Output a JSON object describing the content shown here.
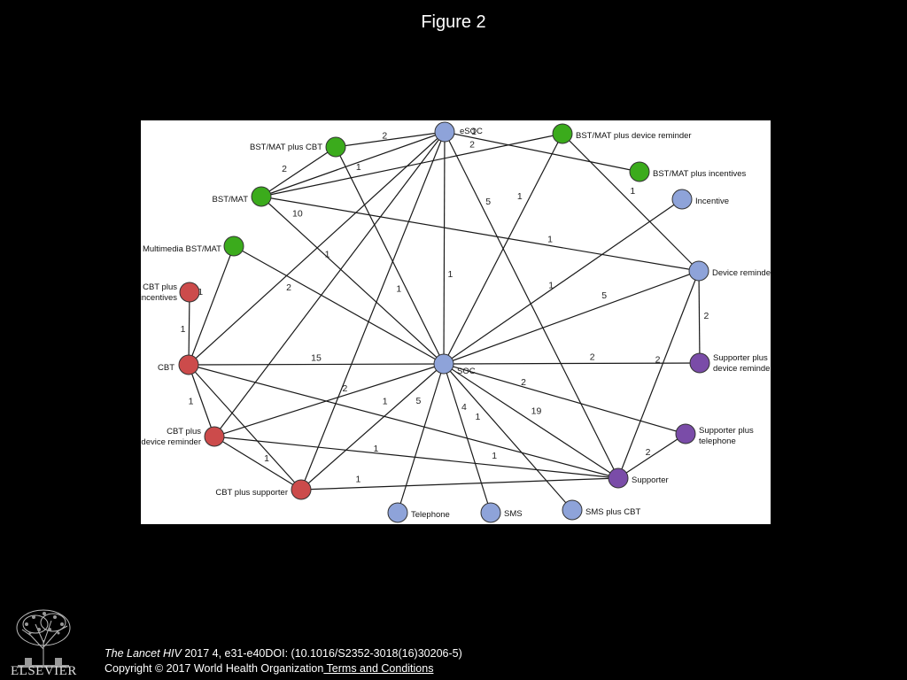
{
  "page": {
    "title": "Figure 2"
  },
  "colors": {
    "green": "#3bab1c",
    "blue": "#8ea3d9",
    "red": "#cc4b4b",
    "purple": "#7a4ca8",
    "edge": "#1a1a1a"
  },
  "nodes": [
    {
      "id": "esoc",
      "label": "eSOC",
      "color": "blue"
    },
    {
      "id": "bst_cbt",
      "label": "BST/MAT plus CBT",
      "color": "green"
    },
    {
      "id": "bst_dev",
      "label": "BST/MAT plus device reminder",
      "color": "green"
    },
    {
      "id": "bst_inc",
      "label": "BST/MAT plus incentives",
      "color": "green"
    },
    {
      "id": "bst",
      "label": "BST/MAT",
      "color": "green"
    },
    {
      "id": "incentive",
      "label": "Incentive",
      "color": "blue"
    },
    {
      "id": "mm_bst",
      "label": "Multimedia BST/MAT",
      "color": "green"
    },
    {
      "id": "devrem",
      "label": "Device reminder",
      "color": "blue"
    },
    {
      "id": "cbt_inc",
      "label": "CBT plus incentives",
      "lines": [
        "CBT plus",
        "incentives"
      ],
      "color": "red"
    },
    {
      "id": "cbt",
      "label": "CBT",
      "color": "red"
    },
    {
      "id": "soc",
      "label": "SOC",
      "color": "blue"
    },
    {
      "id": "sup_dev",
      "label": "Supporter plus device reminder",
      "lines": [
        "Supporter plus",
        "device reminder"
      ],
      "color": "purple"
    },
    {
      "id": "sup_tel",
      "label": "Supporter plus telephone",
      "lines": [
        "Supporter plus",
        "telephone"
      ],
      "color": "purple"
    },
    {
      "id": "cbt_dev",
      "label": "CBT plus device reminder",
      "lines": [
        "CBT plus",
        "device reminder"
      ],
      "color": "red"
    },
    {
      "id": "supporter",
      "label": "Supporter",
      "color": "purple"
    },
    {
      "id": "cbt_sup",
      "label": "CBT plus supporter",
      "color": "red"
    },
    {
      "id": "telephone",
      "label": "Telephone",
      "color": "blue"
    },
    {
      "id": "sms",
      "label": "SMS",
      "color": "blue"
    },
    {
      "id": "sms_cbt",
      "label": "SMS plus CBT",
      "color": "blue"
    }
  ],
  "edges": [
    {
      "from": "bst_cbt",
      "to": "esoc",
      "label": "2"
    },
    {
      "from": "bst",
      "to": "esoc",
      "label": "1"
    },
    {
      "from": "bst",
      "to": "bst_cbt",
      "label": "2"
    },
    {
      "from": "esoc",
      "to": "bst_inc",
      "label": "1"
    },
    {
      "from": "bst",
      "to": "bst_dev",
      "label": "2"
    },
    {
      "from": "esoc",
      "to": "supporter",
      "label": "5"
    },
    {
      "from": "bst_dev",
      "to": "soc",
      "label": "1"
    },
    {
      "from": "bst_dev",
      "to": "devrem",
      "label": "1"
    },
    {
      "from": "bst",
      "to": "soc",
      "label": "10"
    },
    {
      "from": "bst",
      "to": "devrem",
      "label": "1"
    },
    {
      "from": "esoc",
      "to": "cbt",
      "label": "1"
    },
    {
      "from": "esoc",
      "to": "soc",
      "label": "1"
    },
    {
      "from": "esoc",
      "to": "cbt_dev",
      "label": ""
    },
    {
      "from": "esoc",
      "to": "cbt_sup",
      "label": ""
    },
    {
      "from": "bst_cbt",
      "to": "soc",
      "label": "1"
    },
    {
      "from": "incentive",
      "to": "soc",
      "label": "1"
    },
    {
      "from": "mm_bst",
      "to": "soc",
      "label": "2"
    },
    {
      "from": "devrem",
      "to": "soc",
      "label": "5"
    },
    {
      "from": "devrem",
      "to": "sup_dev",
      "label": "2"
    },
    {
      "from": "devrem",
      "to": "supporter",
      "label": "2"
    },
    {
      "from": "cbt_inc",
      "to": "cbt",
      "label": "1"
    },
    {
      "from": "mm_bst",
      "to": "cbt",
      "label": "1"
    },
    {
      "from": "cbt",
      "to": "soc",
      "label": "15"
    },
    {
      "from": "soc",
      "to": "sup_dev",
      "label": "2"
    },
    {
      "from": "sup_tel",
      "to": "supporter",
      "label": "2"
    },
    {
      "from": "cbt",
      "to": "cbt_dev",
      "label": "1"
    },
    {
      "from": "cbt_dev",
      "to": "soc",
      "label": "2"
    },
    {
      "from": "cbt_sup",
      "to": "soc",
      "label": "1"
    },
    {
      "from": "soc",
      "to": "telephone",
      "label": "5"
    },
    {
      "from": "soc",
      "to": "sms",
      "label": "4"
    },
    {
      "from": "soc",
      "to": "supporter",
      "label": "19"
    },
    {
      "from": "soc",
      "to": "sms_cbt",
      "label": "1"
    },
    {
      "from": "soc",
      "to": "sup_tel",
      "label": "2"
    },
    {
      "from": "cbt",
      "to": "supporter",
      "label": "1"
    },
    {
      "from": "cbt_dev",
      "to": "supporter",
      "label": "1"
    },
    {
      "from": "cbt_dev",
      "to": "cbt_sup",
      "label": "1"
    },
    {
      "from": "cbt_sup",
      "to": "supporter",
      "label": "1"
    },
    {
      "from": "cbt",
      "to": "cbt_sup",
      "label": ""
    }
  ],
  "footer": {
    "citation_journal": "The Lancet HIV",
    "citation_rest": " 2017 4, e31-e40DOI: (10.1016/S2352-3018(16)30206-5)",
    "copyright": "Copyright © 2017 World Health Organization",
    "terms_link": " Terms and Conditions"
  },
  "logo": {
    "text": "ELSEVIER"
  }
}
